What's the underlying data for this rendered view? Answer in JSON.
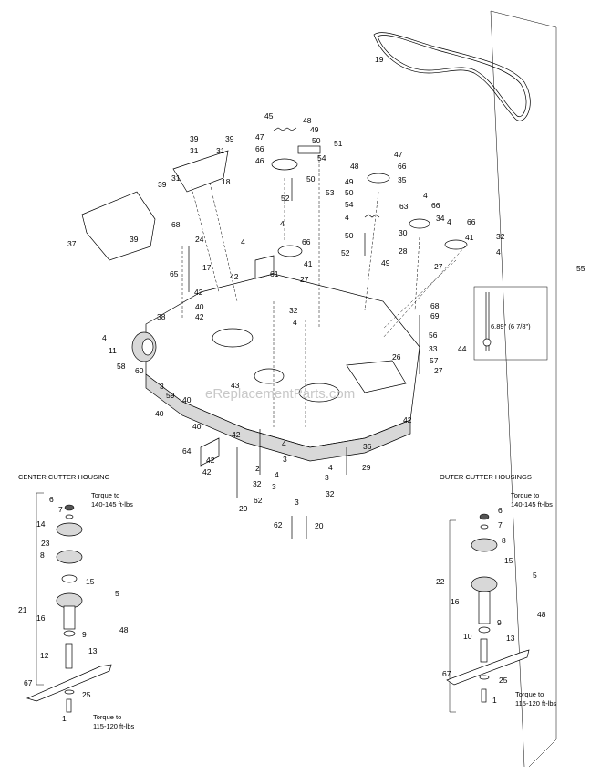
{
  "watermark": "eReplacementParts.com",
  "callouts": {
    "c1": "1",
    "c2": "2",
    "c3": "3",
    "c4": "4",
    "c5": "5",
    "c6": "6",
    "c7": "7",
    "c8": "8",
    "c9": "9",
    "c10": "10",
    "c11": "11",
    "c12": "12",
    "c13": "13",
    "c14": "14",
    "c15": "15",
    "c16": "16",
    "c17": "17",
    "c18": "18",
    "c19": "19",
    "c20": "20",
    "c21": "21",
    "c22": "22",
    "c23": "23",
    "c24": "24",
    "c25": "25",
    "c26": "26",
    "c27": "27",
    "c28": "28",
    "c29": "29",
    "c30": "30",
    "c31": "31",
    "c32": "32",
    "c33": "33",
    "c34": "34",
    "c35": "35",
    "c36": "36",
    "c37": "37",
    "c38": "38",
    "c39": "39",
    "c40": "40",
    "c41": "41",
    "c42": "42",
    "c43": "43",
    "c44": "44",
    "c45": "45",
    "c46": "46",
    "c47": "47",
    "c48": "48",
    "c49": "49",
    "c50": "50",
    "c51": "51",
    "c52": "52",
    "c53": "53",
    "c54": "54",
    "c55": "55",
    "c56": "56",
    "c57": "57",
    "c58": "58",
    "c59": "59",
    "c60": "60",
    "c61": "61",
    "c62": "62",
    "c63": "63",
    "c64": "64",
    "c65": "65",
    "c66": "66",
    "c67": "67",
    "c68": "68",
    "c69": "69"
  },
  "dimension_note": "6.89\" (6 7/8\")",
  "center_housing": {
    "title": "CENTER CUTTER HOUSING",
    "torque_top_1": "Torque to",
    "torque_top_2": "140-145 ft-lbs",
    "torque_bottom_1": "Torque to",
    "torque_bottom_2": "115-120 ft-lbs"
  },
  "outer_housing": {
    "title": "OUTER CUTTER HOUSINGS",
    "torque_top_1": "Torque to",
    "torque_top_2": "140-145 ft-lbs",
    "torque_bottom_1": "Torque to",
    "torque_bottom_2": "115-120 ft-lbs"
  }
}
